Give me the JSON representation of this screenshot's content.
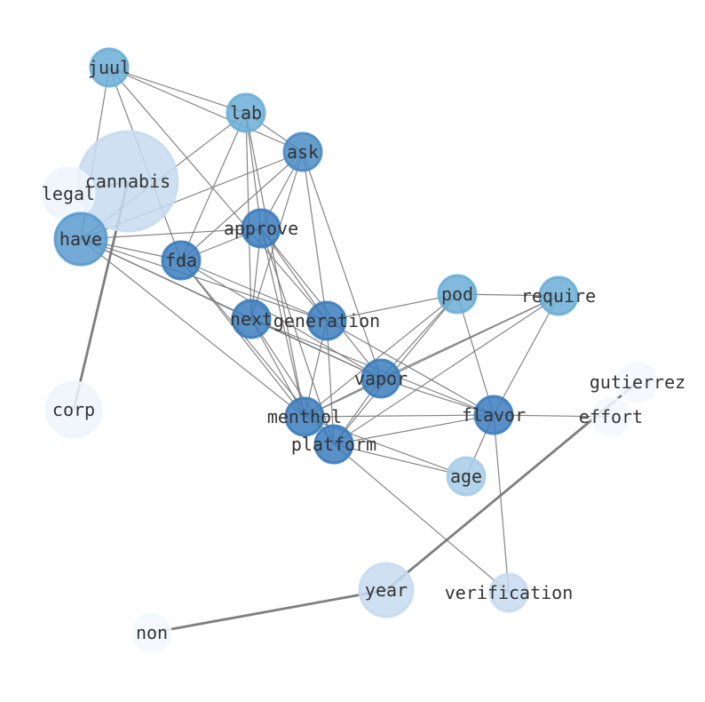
{
  "graph": {
    "nodes": [
      {
        "id": "juul",
        "label": "juul",
        "color": "#6baed6"
      },
      {
        "id": "lab",
        "label": "lab",
        "color": "#6baed6"
      },
      {
        "id": "ask",
        "label": "ask",
        "color": "#4a8cc4"
      },
      {
        "id": "cannabis",
        "label": "cannabis",
        "color": "#c6dbef"
      },
      {
        "id": "legal",
        "label": "legal",
        "color": "#eef5fc"
      },
      {
        "id": "have",
        "label": "have",
        "color": "#5b9bcf"
      },
      {
        "id": "approve",
        "label": "approve",
        "color": "#3b7dbd"
      },
      {
        "id": "fda",
        "label": "fda",
        "color": "#3b7dbd"
      },
      {
        "id": "pod",
        "label": "pod",
        "color": "#6baed6"
      },
      {
        "id": "require",
        "label": "require",
        "color": "#6baed6"
      },
      {
        "id": "next",
        "label": "next",
        "color": "#3b7dbd"
      },
      {
        "id": "generation",
        "label": "generation",
        "color": "#3b7dbd"
      },
      {
        "id": "vapor",
        "label": "vapor",
        "color": "#3b7dbd"
      },
      {
        "id": "gutierrez",
        "label": "gutierrez",
        "color": "#f3f8fd"
      },
      {
        "id": "corp",
        "label": "corp",
        "color": "#eef5fc"
      },
      {
        "id": "menthol",
        "label": "menthol",
        "color": "#3b7dbd"
      },
      {
        "id": "flavor",
        "label": "flavor",
        "color": "#3b7dbd"
      },
      {
        "id": "effort",
        "label": "effort",
        "color": "#f3f8fd"
      },
      {
        "id": "platform",
        "label": "platform",
        "color": "#3b7dbd"
      },
      {
        "id": "age",
        "label": "age",
        "color": "#a6cde6"
      },
      {
        "id": "year",
        "label": "year",
        "color": "#c6dbef"
      },
      {
        "id": "verification",
        "label": "verification",
        "color": "#c6dbef"
      },
      {
        "id": "non",
        "label": "non",
        "color": "#f3f8fd"
      }
    ],
    "edges": [
      [
        "juul",
        "lab"
      ],
      [
        "juul",
        "ask"
      ],
      [
        "juul",
        "have"
      ],
      [
        "juul",
        "fda"
      ],
      [
        "juul",
        "generation"
      ],
      [
        "lab",
        "ask"
      ],
      [
        "lab",
        "have"
      ],
      [
        "lab",
        "fda"
      ],
      [
        "lab",
        "next"
      ],
      [
        "lab",
        "menthol"
      ],
      [
        "lab",
        "approve"
      ],
      [
        "ask",
        "have"
      ],
      [
        "ask",
        "fda"
      ],
      [
        "ask",
        "approve"
      ],
      [
        "ask",
        "next"
      ],
      [
        "ask",
        "generation"
      ],
      [
        "ask",
        "vapor"
      ],
      [
        "cannabis",
        "legal"
      ],
      [
        "cannabis",
        "corp"
      ],
      [
        "have",
        "approve"
      ],
      [
        "have",
        "fda"
      ],
      [
        "have",
        "generation"
      ],
      [
        "have",
        "vapor"
      ],
      [
        "have",
        "next"
      ],
      [
        "have",
        "menthol"
      ],
      [
        "approve",
        "fda"
      ],
      [
        "approve",
        "next"
      ],
      [
        "approve",
        "generation"
      ],
      [
        "approve",
        "vapor"
      ],
      [
        "approve",
        "menthol"
      ],
      [
        "approve",
        "platform"
      ],
      [
        "fda",
        "menthol"
      ],
      [
        "fda",
        "vapor"
      ],
      [
        "fda",
        "generation"
      ],
      [
        "fda",
        "platform"
      ],
      [
        "pod",
        "require"
      ],
      [
        "pod",
        "generation"
      ],
      [
        "pod",
        "vapor"
      ],
      [
        "pod",
        "menthol"
      ],
      [
        "pod",
        "platform"
      ],
      [
        "pod",
        "flavor"
      ],
      [
        "require",
        "vapor"
      ],
      [
        "require",
        "menthol"
      ],
      [
        "require",
        "platform"
      ],
      [
        "require",
        "flavor"
      ],
      [
        "flavor",
        "menthol"
      ],
      [
        "flavor",
        "platform"
      ],
      [
        "flavor",
        "effort"
      ],
      [
        "flavor",
        "age"
      ],
      [
        "flavor",
        "verification"
      ],
      [
        "flavor",
        "vapor"
      ],
      [
        "flavor",
        "generation"
      ],
      [
        "flavor",
        "next"
      ],
      [
        "platform",
        "age"
      ],
      [
        "menthol",
        "age"
      ],
      [
        "platform",
        "verification"
      ],
      [
        "menthol",
        "vapor"
      ],
      [
        "platform",
        "vapor"
      ],
      [
        "generation",
        "platform"
      ],
      [
        "generation",
        "menthol"
      ],
      [
        "next",
        "menthol"
      ],
      [
        "next",
        "platform"
      ],
      [
        "next",
        "vapor"
      ],
      [
        "year",
        "non"
      ],
      [
        "year",
        "gutierrez"
      ]
    ],
    "strong_edges": [
      [
        "cannabis",
        "corp"
      ],
      [
        "year",
        "non"
      ],
      [
        "year",
        "gutierrez"
      ]
    ]
  }
}
